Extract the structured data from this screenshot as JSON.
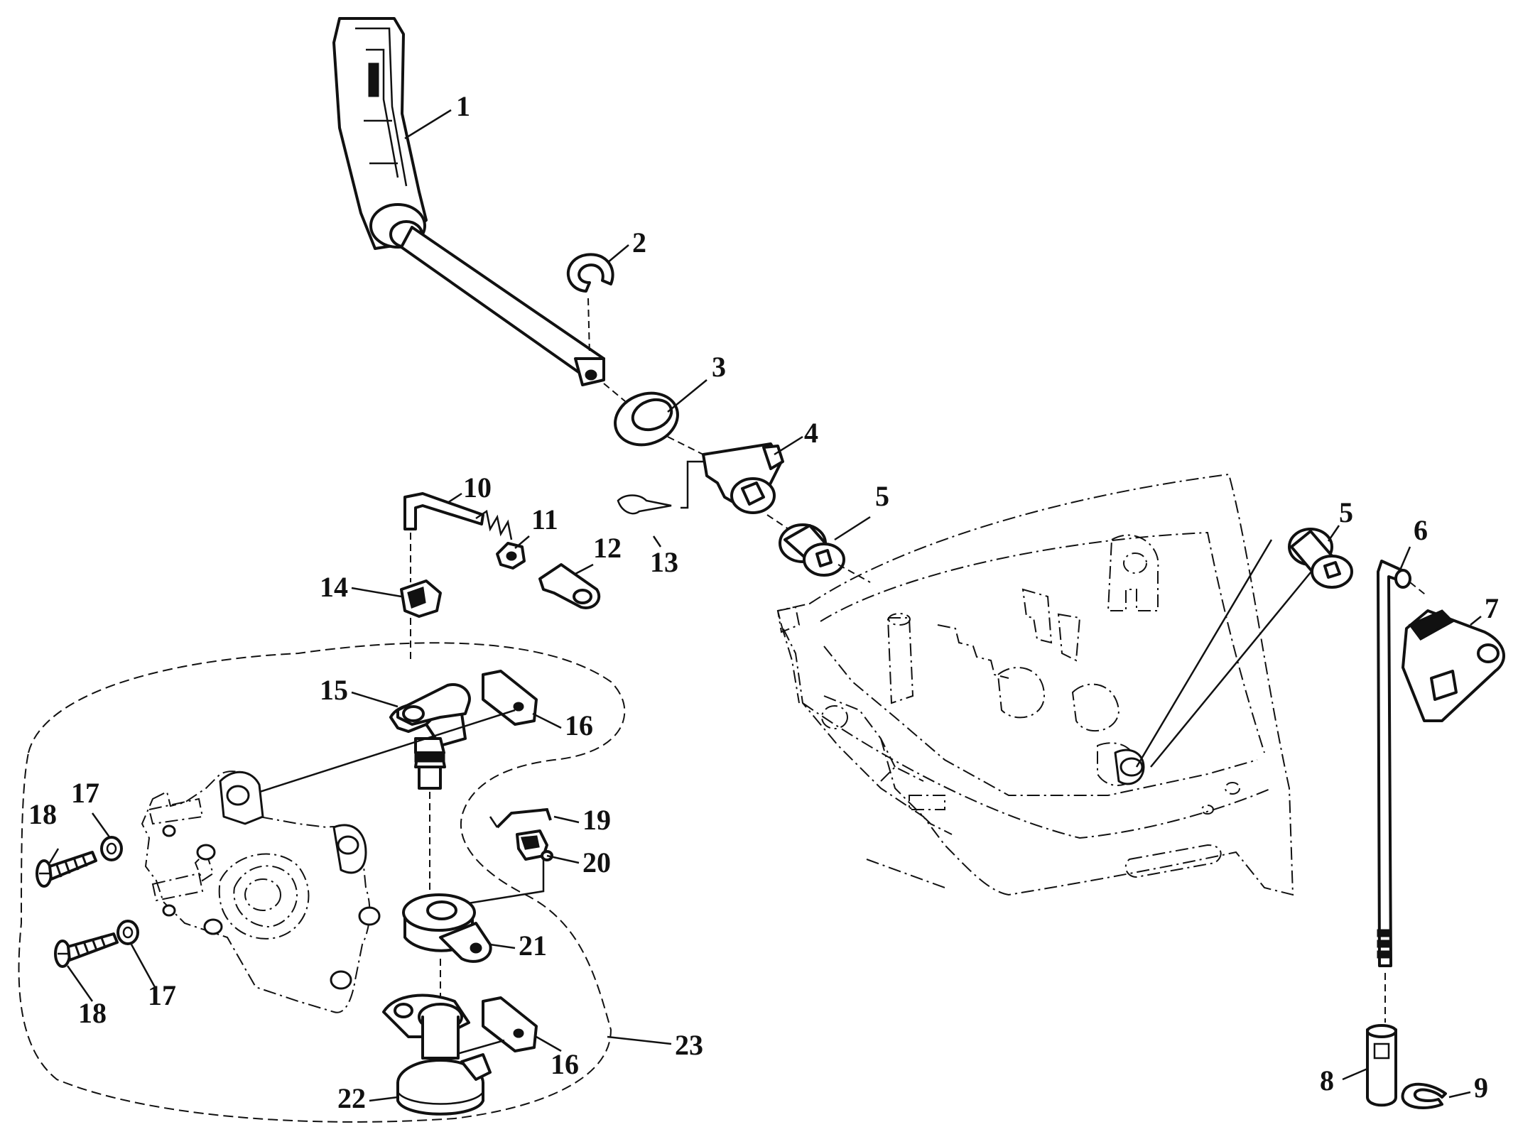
{
  "diagram": {
    "callouts": [
      {
        "id": "c1",
        "label": "1"
      },
      {
        "id": "c2",
        "label": "2"
      },
      {
        "id": "c3",
        "label": "3"
      },
      {
        "id": "c4",
        "label": "4"
      },
      {
        "id": "c5a",
        "label": "5"
      },
      {
        "id": "c5b",
        "label": "5"
      },
      {
        "id": "c6",
        "label": "6"
      },
      {
        "id": "c7",
        "label": "7"
      },
      {
        "id": "c8",
        "label": "8"
      },
      {
        "id": "c9",
        "label": "9"
      },
      {
        "id": "c10",
        "label": "10"
      },
      {
        "id": "c11",
        "label": "11"
      },
      {
        "id": "c12",
        "label": "12"
      },
      {
        "id": "c13",
        "label": "13"
      },
      {
        "id": "c14",
        "label": "14"
      },
      {
        "id": "c15",
        "label": "15"
      },
      {
        "id": "c16a",
        "label": "16"
      },
      {
        "id": "c16b",
        "label": "16"
      },
      {
        "id": "c17a",
        "label": "17"
      },
      {
        "id": "c17b",
        "label": "17"
      },
      {
        "id": "c18a",
        "label": "18"
      },
      {
        "id": "c18b",
        "label": "18"
      },
      {
        "id": "c19",
        "label": "19"
      },
      {
        "id": "c20",
        "label": "20"
      },
      {
        "id": "c21",
        "label": "21"
      },
      {
        "id": "c22",
        "label": "22"
      },
      {
        "id": "c23",
        "label": "23"
      }
    ]
  },
  "colors": {
    "ink": "#111111",
    "paper": "#ffffff"
  }
}
